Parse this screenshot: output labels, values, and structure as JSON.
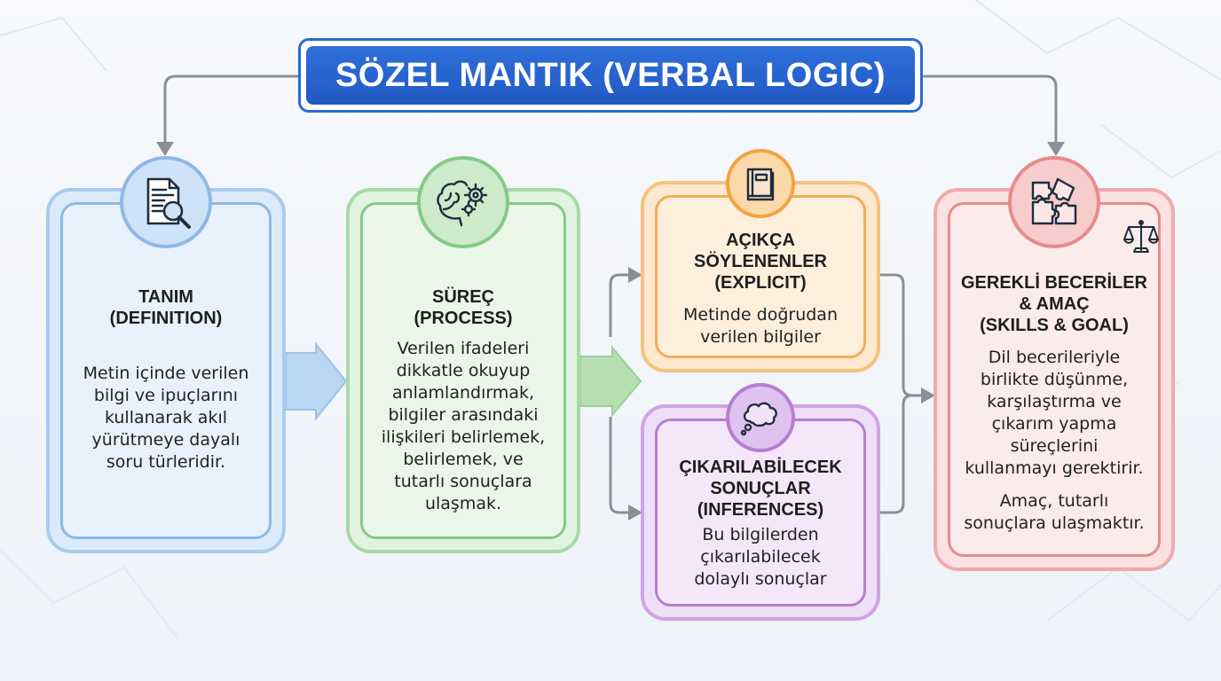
{
  "title": "SÖZEL MANTIK (VERBAL LOGIC)",
  "definition": {
    "title_line1": "TANIM",
    "title_line2": "(DEFINITION)",
    "body": [
      "Metin içinde verilen",
      "bilgi ve ipuçlarını",
      "kullanarak akıl",
      "yürütmeye dayalı",
      "soru türleridir."
    ],
    "icon": "document-search-icon",
    "color": "#8fb8e6"
  },
  "process": {
    "title_line1": "SÜREÇ",
    "title_line2": "(PROCESS)",
    "body": [
      "Verilen ifadeleri",
      "dikkatle okuyup",
      "anlamlandırmak,",
      "bilgiler arasındaki",
      "ilişkileri belirlemek,",
      "belirlemek, ve",
      "tutarlı sonuçlara",
      "ulaşmak."
    ],
    "icon": "brain-gear-icon",
    "color": "#86c987"
  },
  "explicit": {
    "title_line1": "AÇIKÇA",
    "title_line2": "SÖYLENENLER",
    "title_line3": "(EXPLICIT)",
    "body": [
      "Metinde doğrudan",
      "verilen bilgiler"
    ],
    "icon": "book-icon",
    "color": "#f3ad5a"
  },
  "inferences": {
    "title_line1": "ÇIKARILABİLECEK",
    "title_line2": "SONUÇLAR",
    "title_line3": "(INFERENCES)",
    "body": [
      "Bu bilgilerden",
      "çıkarılabilecek",
      "dolaylı sonuçlar"
    ],
    "icon": "thought-bubble-icon",
    "color": "#b67ed3"
  },
  "skills": {
    "title_line1": "GEREKLİ BECERİLER",
    "title_line2": "& AMAÇ",
    "title_line3": "(SKILLS & GOAL)",
    "body1": [
      "Dil becerileriyle",
      "birlikte düşünme,",
      "karşılaştırma ve",
      "çıkarım yapma",
      "süreçlerini",
      "kullanmayı gerektirir."
    ],
    "body2": [
      "Amaç, tutarlı",
      "sonuçlara ulaşmaktır."
    ],
    "icon": "puzzle-icon",
    "icon2": "scales-icon",
    "color": "#e78b8b"
  },
  "colors": {
    "title_bg": "#2a6ad6",
    "connector": "#8a8f96"
  }
}
